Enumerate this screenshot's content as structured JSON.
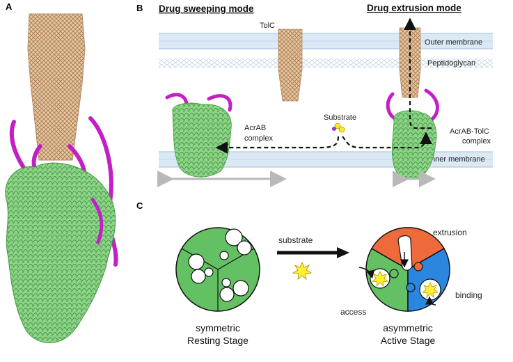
{
  "panels": {
    "a": "A",
    "b": "B",
    "c": "C"
  },
  "panel_b": {
    "mode_left": "Drug sweeping mode",
    "mode_right": "Drug extrusion mode",
    "tolc": "TolC",
    "outer_membrane": "Outer membrane",
    "peptidoglycan": "Peptidoglycan",
    "substrate": "Substrate",
    "acrab_line1": "AcrAB",
    "acrab_line2": "complex",
    "acrab_tolc_line1": "AcrAB-TolC",
    "acrab_tolc_line2": "complex",
    "inner_membrane": "Inner membrane"
  },
  "panel_c": {
    "substrate": "substrate",
    "extrusion": "extrusion",
    "binding": "binding",
    "access": "access",
    "left_caption_line1": "symmetric",
    "left_caption_line2": "Resting Stage",
    "right_caption_line1": "asymmetric",
    "right_caption_line2": "Active Stage"
  },
  "colors": {
    "tolc": "#e7c49c",
    "acra": "#c21fc4",
    "acrb": "#7fcc7b",
    "membrane": "#dbe9f5",
    "stage_green": "#63c063",
    "stage_orange": "#ee6a3a",
    "stage_blue": "#2b86e0",
    "star": "#ffef33"
  }
}
